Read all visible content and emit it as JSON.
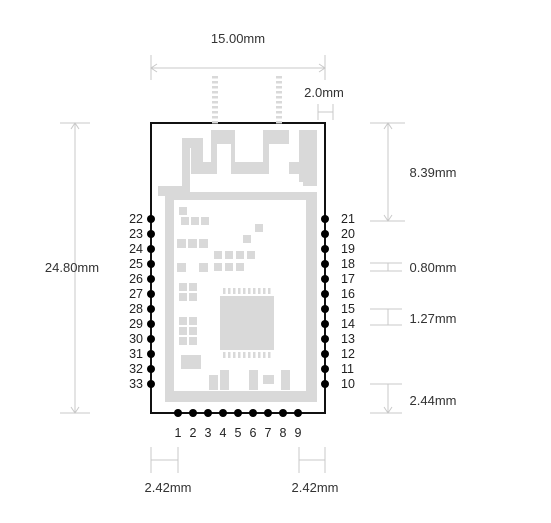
{
  "dimensions": {
    "width": "15.00mm",
    "antenna_margin": "2.0mm",
    "height": "24.80mm",
    "antenna_height": "8.39mm",
    "pad_width": "0.80mm",
    "pitch": "1.27mm",
    "bottom_pad_offset": "2.44mm",
    "left_pad_offset": "2.42mm",
    "right_pad_offset": "2.42mm"
  },
  "pins": {
    "left": [
      "22",
      "23",
      "24",
      "25",
      "26",
      "27",
      "28",
      "29",
      "30",
      "31",
      "32",
      "33"
    ],
    "right": [
      "21",
      "20",
      "19",
      "18",
      "17",
      "16",
      "15",
      "14",
      "13",
      "12",
      "11",
      "10"
    ],
    "bottom": [
      "1",
      "2",
      "3",
      "4",
      "5",
      "6",
      "7",
      "8",
      "9"
    ]
  },
  "colors": {
    "outline": "#111111",
    "pad": "#d9d9d9",
    "pin_dot": "#000000",
    "dimension_line": "#c9c9c9",
    "text": "#333333"
  }
}
